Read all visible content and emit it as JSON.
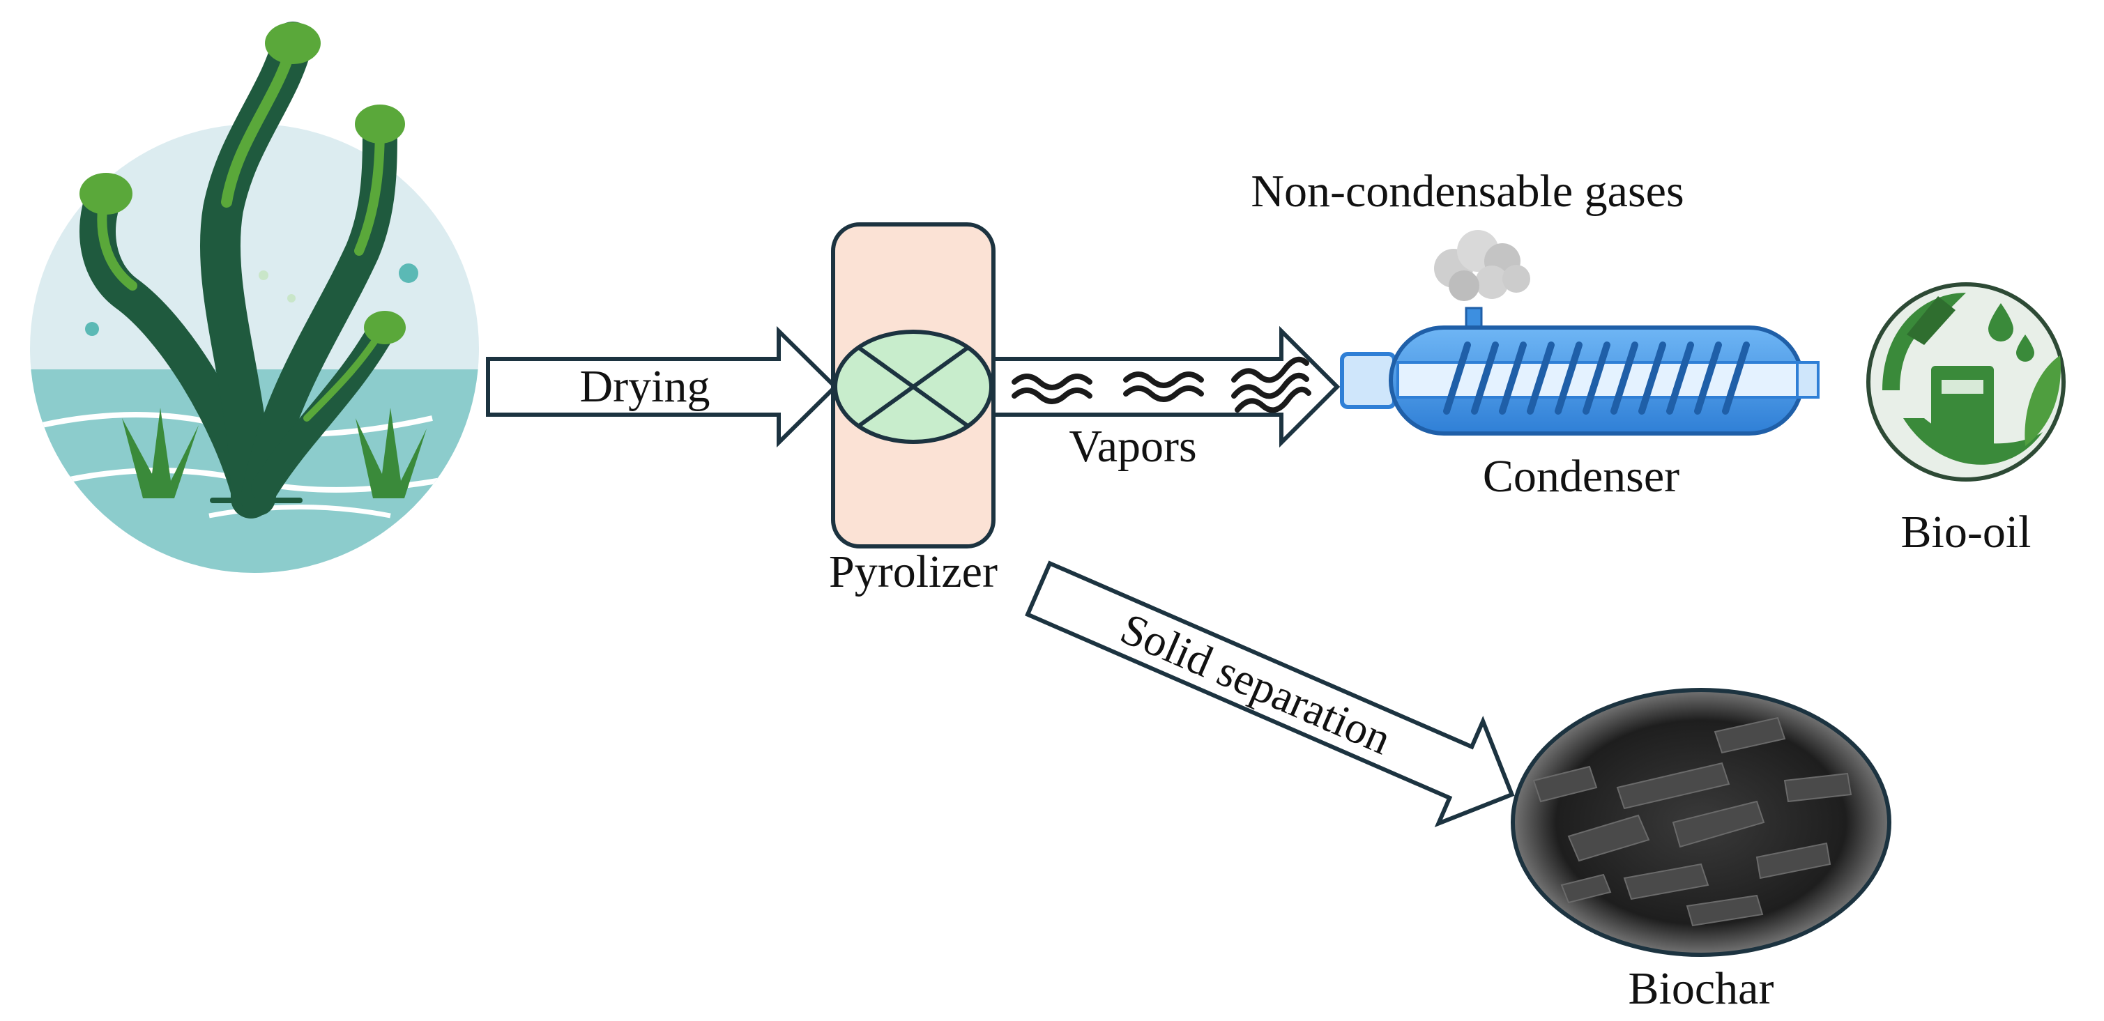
{
  "labels": {
    "drying": "Drying",
    "vapors": "Vapors",
    "pyrolizer": "Pyrolizer",
    "non_condensable": "Non-condensable gases",
    "condenser": "Condenser",
    "bio_oil": "Bio-oil",
    "solid_separation": "Solid separation",
    "biochar": "Biochar"
  },
  "colors": {
    "arrow_stroke": "#1c3340",
    "pyrolizer_fill": "#fbe2d5",
    "valve_fill": "#c8edcc",
    "condenser_blue": "#3d8fe0",
    "seaweed_dark": "#1f5a3e",
    "seaweed_light": "#5aa83a",
    "water": "#8ccccc",
    "sky": "#dcecf0",
    "bio_oil_green": "#3a8a3a",
    "biochar_dark": "#2a2a2a"
  },
  "icons": [
    "seaweed-icon",
    "fuel-pump-icon",
    "smoke-icon",
    "biochar-image"
  ]
}
